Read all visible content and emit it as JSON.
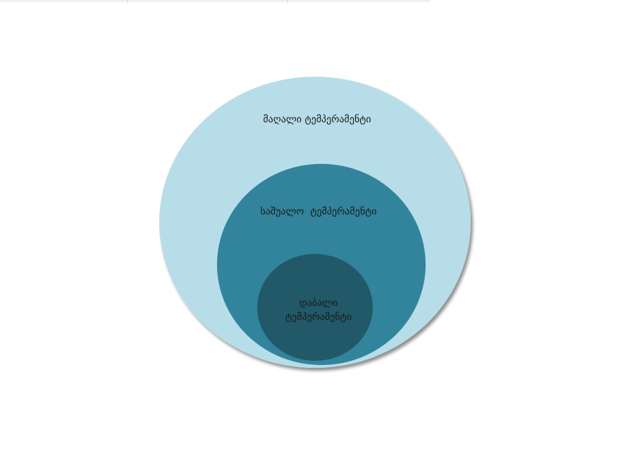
{
  "diagram": {
    "outer_label": "მაღალი ტემპერამენტი",
    "middle_label": "საშუალო  ტემპერამენტი",
    "inner_label_line1": "დაბალი",
    "inner_label_line2": "ტემპერამენტი"
  },
  "colors": {
    "outer_fill": "#b7dde8",
    "middle_fill": "#31849b",
    "inner_fill": "#215968",
    "shadow": "#8a8a8a",
    "text": "#1a1a1a"
  }
}
